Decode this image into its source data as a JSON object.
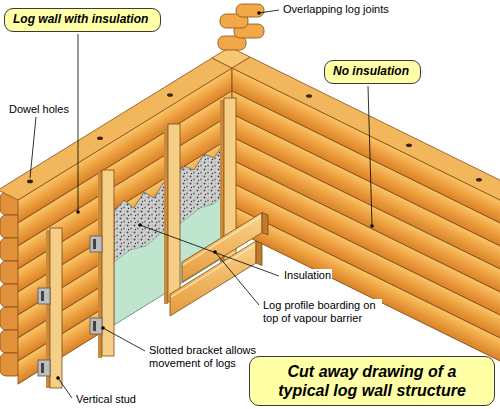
{
  "diagram": {
    "caption": "Cut away drawing of a typical log wall structure",
    "nodes": [
      {
        "text": [
          "Log wall with insulation"
        ]
      },
      {
        "text": [
          "No insulation"
        ]
      }
    ],
    "labels": [
      "Overlapping log joints",
      "Dowel holes",
      "Insulation",
      "Log profile boarding on top of vapour barrier",
      "Slotted bracket allows movement of logs",
      "Vertical stud"
    ]
  }
}
